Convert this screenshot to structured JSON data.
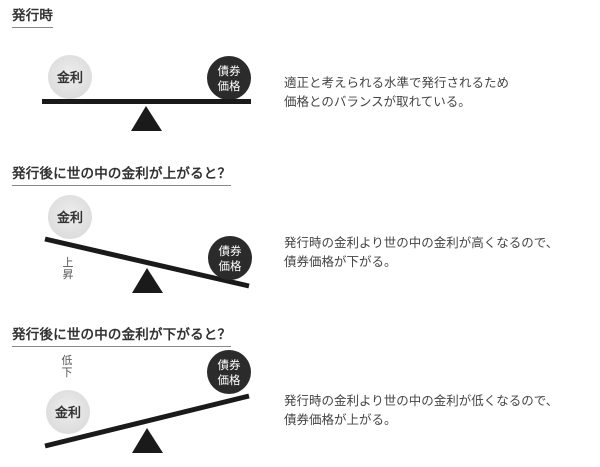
{
  "sections": [
    {
      "heading": "発行時",
      "description": [
        "適正と考えられる水準で発行されるため",
        "価格とのバランスが取れている。"
      ],
      "left_ball": {
        "label": "金利"
      },
      "right_ball": {
        "line1": "債券",
        "line2": "価格"
      },
      "state": "balanced"
    },
    {
      "heading": "発行後に世の中の金利が上がると？",
      "description": [
        "発行時の金利より世の中の金利が高くなるので、",
        "債券価格が下がる。"
      ],
      "left_ball": {
        "label": "金利"
      },
      "right_ball": {
        "line1": "債券",
        "line2": "価格"
      },
      "change_label": {
        "char1": "上",
        "char2": "昇"
      },
      "state": "interest-up"
    },
    {
      "heading": "発行後に世の中の金利が下がると？",
      "description": [
        "発行時の金利より世の中の金利が低くなるので、",
        "債券価格が上がる。"
      ],
      "left_ball": {
        "label": "金利"
      },
      "right_ball": {
        "line1": "債券",
        "line2": "価格"
      },
      "change_label": {
        "char1": "低",
        "char2": "下"
      },
      "state": "interest-down"
    }
  ],
  "colors": {
    "beam": "#1a1a1a",
    "fulcrum": "#1a1a1a",
    "interest_ball": "#e6e6e6",
    "bond_ball": "#2b2b2b",
    "text": "#444444"
  }
}
